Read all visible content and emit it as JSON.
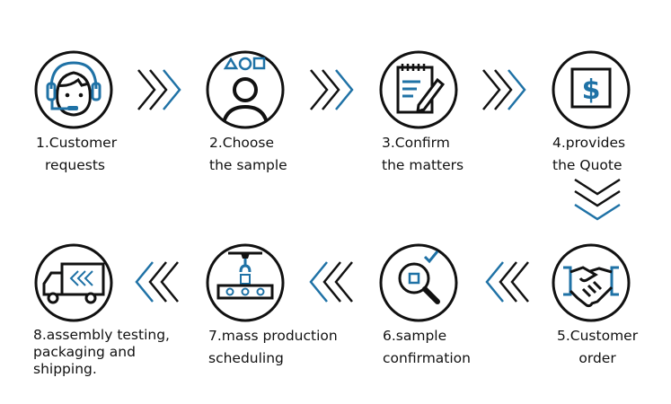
{
  "colors": {
    "accent": "#1f72a6",
    "ink": "#111111"
  },
  "steps": [
    {
      "line1": "1.Customer",
      "line2": "requests",
      "icon": "headset-agent-icon"
    },
    {
      "line1": "2.Choose",
      "line2": "the sample",
      "icon": "user-shapes-icon"
    },
    {
      "line1": "3.Confirm",
      "line2": "the matters",
      "icon": "document-pencil-icon"
    },
    {
      "line1": "4.provides",
      "line2": "the  Quote",
      "icon": "dollar-quote-icon"
    },
    {
      "line1": "5.Customer",
      "line2": "order",
      "icon": "handshake-icon"
    },
    {
      "line1": "6.sample",
      "line2": "confirmation",
      "icon": "magnifier-check-icon"
    },
    {
      "line1": "7.mass production",
      "line2": "scheduling",
      "icon": "production-line-icon"
    },
    {
      "line1": "8.assembly testing,",
      "line2": "packaging and",
      "line3": "shipping.",
      "icon": "delivery-truck-icon"
    }
  ]
}
